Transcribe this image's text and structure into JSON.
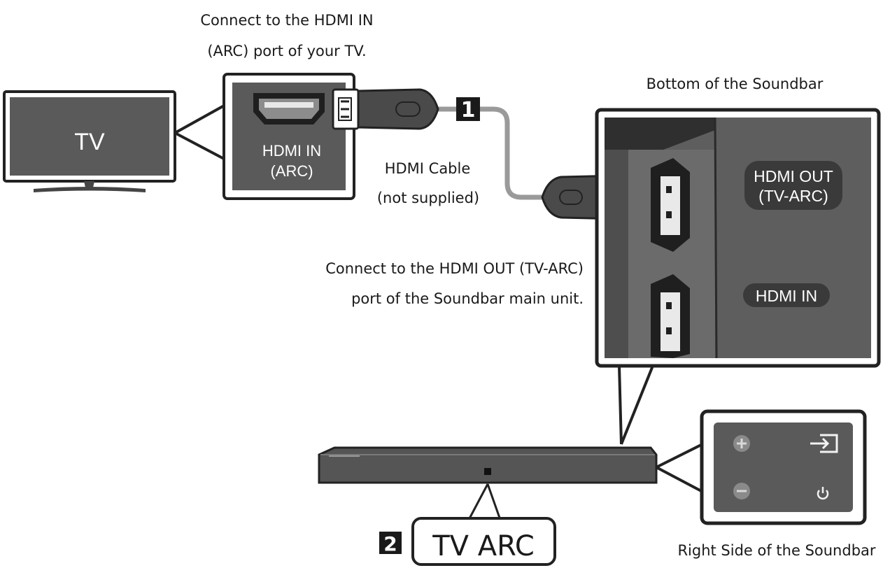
{
  "captions": {
    "tv_port_line1": "Connect to the HDMI IN",
    "tv_port_line2": "(ARC) port of your TV.",
    "soundbar_bottom": "Bottom of the Soundbar",
    "cable_line1": "HDMI Cable",
    "cable_line2": "(not supplied)",
    "sb_port_line1": "Connect to the HDMI OUT (TV-ARC)",
    "sb_port_line2": "port of the Soundbar main unit.",
    "soundbar_right": "Right Side of the Soundbar"
  },
  "tv": {
    "label": "TV"
  },
  "tv_port": {
    "line1": "HDMI IN",
    "line2": "(ARC)"
  },
  "soundbar_ports": {
    "out_line1": "HDMI OUT",
    "out_line2": "(TV-ARC)",
    "in": "HDMI IN"
  },
  "steps": [
    {
      "number": "1"
    },
    {
      "number": "2",
      "display": "TV ARC"
    }
  ],
  "side_buttons": [
    "plus-icon",
    "source-icon",
    "minus-icon",
    "power-icon"
  ],
  "colors": {
    "panel": "#5a5a5a",
    "dark": "#3a3a3a",
    "cable": "#9a9a9a",
    "outline": "#222222"
  }
}
